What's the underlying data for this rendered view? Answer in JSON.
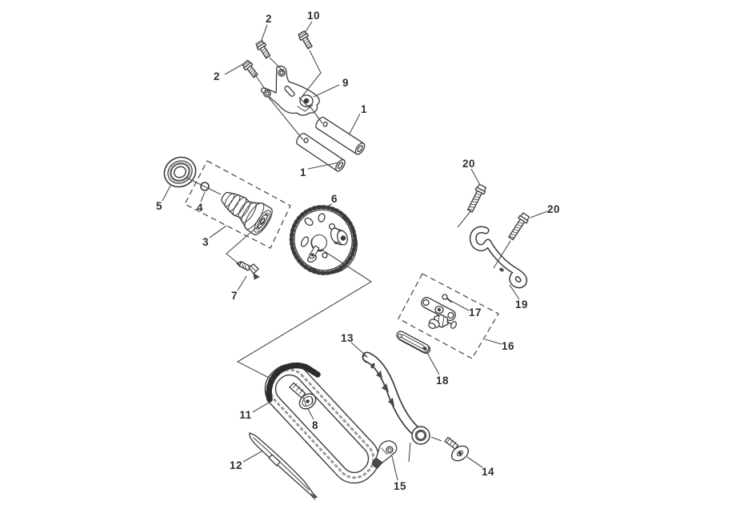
{
  "diagram": {
    "kind": "exploded-parts-line-drawing",
    "colors": {
      "line": "#3a3a3a",
      "thin_line": "#4a4a4a",
      "callout_text": "#2e2e2e",
      "background": "#ffffff",
      "dark_detail": "#4a4a4a"
    }
  },
  "callouts": [
    {
      "label": "2",
      "part": "flange-bolt-upper"
    },
    {
      "label": "10",
      "part": "flange-bolt"
    },
    {
      "label": "2",
      "part": "flange-bolt-left"
    },
    {
      "label": "9",
      "part": "camshaft-bracket"
    },
    {
      "label": "1",
      "part": "dowel-rod-upper"
    },
    {
      "label": "1",
      "part": "dowel-rod-lower"
    },
    {
      "label": "5",
      "part": "bearing"
    },
    {
      "label": "4",
      "part": "o-ring"
    },
    {
      "label": "3",
      "part": "camshaft-assembly"
    },
    {
      "label": "6",
      "part": "cam-sprocket"
    },
    {
      "label": "7",
      "part": "screw"
    },
    {
      "label": "20",
      "part": "bolt-left"
    },
    {
      "label": "20",
      "part": "bolt-right"
    },
    {
      "label": "19",
      "part": "stopper-guide"
    },
    {
      "label": "17",
      "part": "tensioner-screw"
    },
    {
      "label": "16",
      "part": "chain-tensioner-assembly"
    },
    {
      "label": "18",
      "part": "gasket"
    },
    {
      "label": "13",
      "part": "chain-guide"
    },
    {
      "label": "11",
      "part": "timing-chain"
    },
    {
      "label": "8",
      "part": "flange-bolt-chain"
    },
    {
      "label": "12",
      "part": "guide-blade"
    },
    {
      "label": "15",
      "part": "bracket"
    },
    {
      "label": "14",
      "part": "flat-head-screw"
    }
  ]
}
